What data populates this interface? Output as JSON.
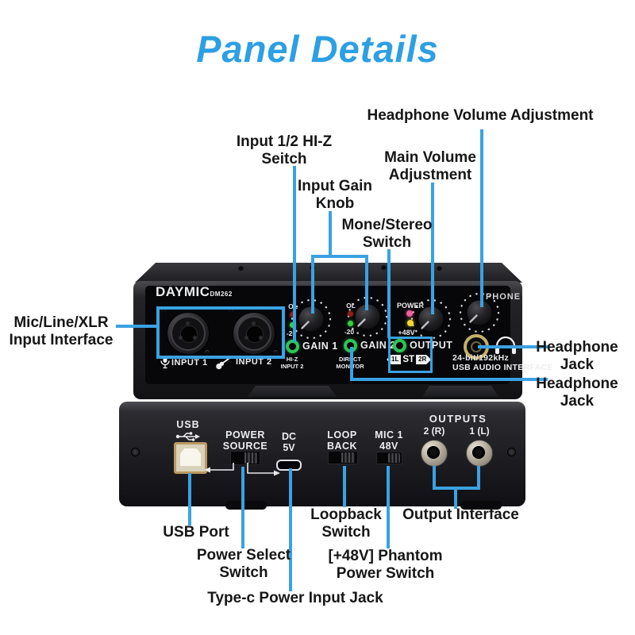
{
  "title": "Panel Details",
  "accent_color": "#3aa2e2",
  "callouts": {
    "headphone_volume": {
      "lines": [
        "Headphone Volume Adjustment"
      ]
    },
    "hiz_switch": {
      "lines": [
        "Input 1/2 HI-Z",
        "Seitch"
      ]
    },
    "main_volume": {
      "lines": [
        "Main Volume",
        "Adjustment"
      ]
    },
    "input_gain": {
      "lines": [
        "Input Gain",
        "Knob"
      ]
    },
    "mono_stereo": {
      "lines": [
        "Mone/Stereo",
        "Switch"
      ]
    },
    "mic_input": {
      "lines": [
        "Mic/Line/XLR",
        "Input Interface"
      ]
    },
    "headphone_jack_top": {
      "lines": [
        "Headphone",
        "Jack"
      ]
    },
    "headphone_jack_bottom": {
      "lines": [
        "Headphone",
        "Jack"
      ]
    },
    "usb_port": {
      "lines": [
        "USB Port"
      ]
    },
    "power_select": {
      "lines": [
        "Power Select",
        "Switch"
      ]
    },
    "type_c": {
      "lines": [
        "Type-c Power Input Jack"
      ]
    },
    "loopback": {
      "lines": [
        "Loopback",
        "Switch"
      ]
    },
    "phantom": {
      "lines": [
        "[+48V] Phantom",
        "Power Switch"
      ]
    },
    "output_interface": {
      "lines": [
        "Output Interface"
      ]
    }
  },
  "front_panel": {
    "brand": "DAYMIC",
    "model": "DM262",
    "phone": "PHONE",
    "input1": "INPUT 1",
    "input2": "INPUT 2",
    "ol": "OL",
    "minus20": "-20",
    "gain1": "GAIN 1",
    "gain2": "GAIN 2",
    "hiz_btn": {
      "lines": [
        "HI-Z",
        "INPUT 2"
      ]
    },
    "direct_monitor": {
      "lines": [
        "DIRECT",
        "MONITOR"
      ]
    },
    "power": "POWER",
    "phantom_48v": "+48V",
    "output": "OUTPUT",
    "st_left": "1L",
    "st_mid": "ST",
    "st_right": "2R",
    "spec1": "24-bit/192kHz",
    "spec2": "USB AUDIO INTERFACE"
  },
  "rear_panel": {
    "usb": "USB",
    "power_source": {
      "lines": [
        "POWER",
        "SOURCE"
      ]
    },
    "dc": {
      "lines": [
        "DC",
        "5V"
      ]
    },
    "loopback": {
      "lines": [
        "LOOP",
        "BACK"
      ]
    },
    "mic_48v": {
      "lines": [
        "MIC 1",
        "48V"
      ]
    },
    "outputs": "OUTPUTS",
    "out_r": "2 (R)",
    "out_l": "1 (L)"
  }
}
